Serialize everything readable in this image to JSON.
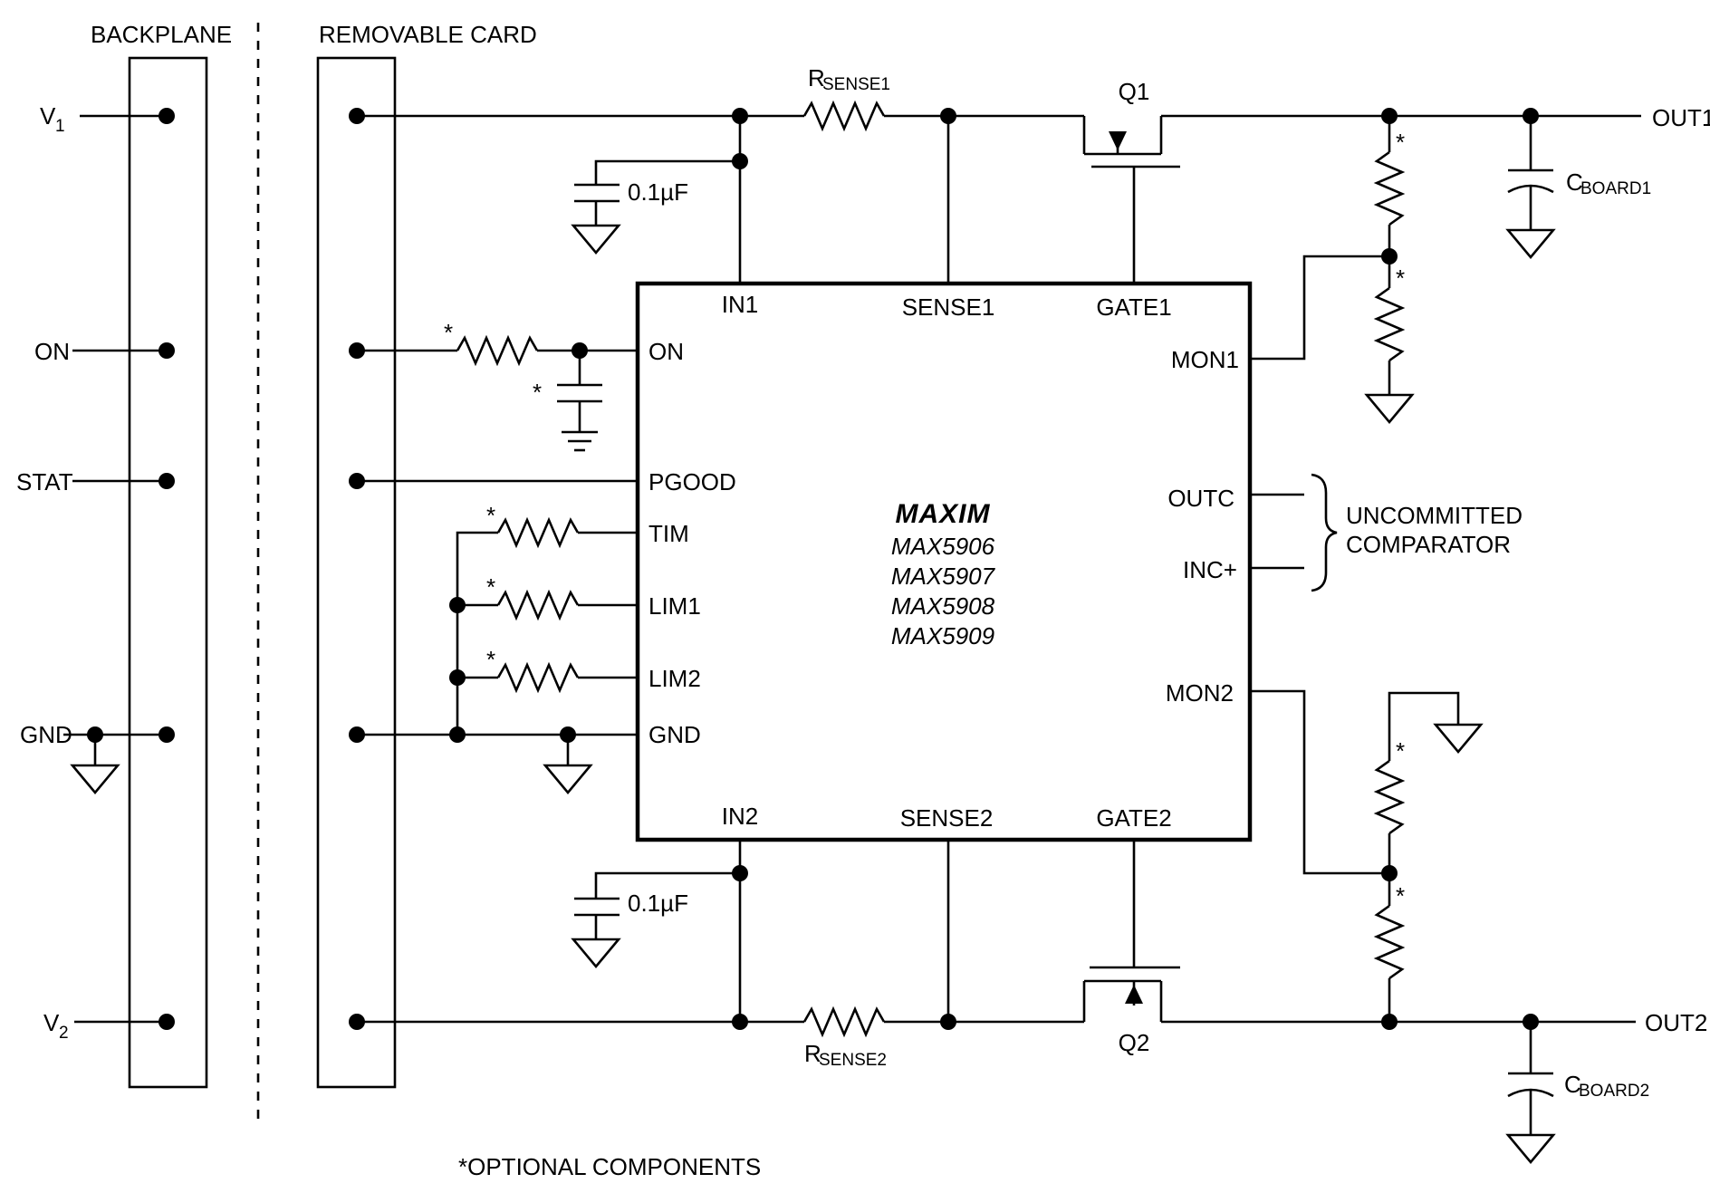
{
  "headers": {
    "backplane": "BACKPLANE",
    "removable_card": "REMOVABLE CARD"
  },
  "backplane_signals": {
    "v1": "V",
    "v1_sub": "1",
    "on": "ON",
    "stat": "STAT",
    "gnd": "GND",
    "v2": "V",
    "v2_sub": "2"
  },
  "chip": {
    "logo": "MAXIM",
    "parts": [
      "MAX5906",
      "MAX5907",
      "MAX5908",
      "MAX5909"
    ],
    "pins": {
      "in1": "IN1",
      "sense1": "SENSE1",
      "gate1": "GATE1",
      "on": "ON",
      "pgood": "PGOOD",
      "tim": "TIM",
      "lim1": "LIM1",
      "lim2": "LIM2",
      "gnd": "GND",
      "in2": "IN2",
      "sense2": "SENSE2",
      "gate2": "GATE2",
      "mon1": "MON1",
      "outc": "OUTC",
      "incplus": "INC+",
      "mon2": "MON2"
    }
  },
  "components": {
    "rsense1": "R",
    "rsense1_sub": "SENSE1",
    "rsense2": "R",
    "rsense2_sub": "SENSE2",
    "q1": "Q1",
    "q2": "Q2",
    "cap_top": "0.1µF",
    "cap_bottom": "0.1µF",
    "cboard1": "C",
    "cboard1_sub": "BOARD1",
    "cboard2": "C",
    "cboard2_sub": "BOARD2",
    "optional_mark": "*"
  },
  "outputs": {
    "out1": "OUT1",
    "out2": "OUT2"
  },
  "comparator": {
    "line1": "UNCOMMITTED",
    "line2": "COMPARATOR"
  },
  "footnote": "*OPTIONAL COMPONENTS"
}
